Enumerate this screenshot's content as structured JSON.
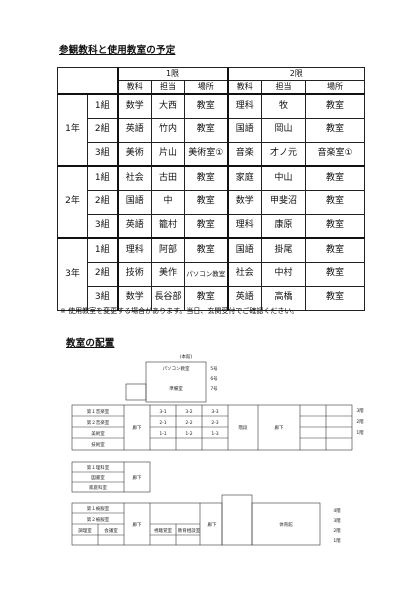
{
  "titles": {
    "schedule": "参観教科と使用教室の予定",
    "map": "教室の配置"
  },
  "schedule": {
    "periods": [
      "1限",
      "2限"
    ],
    "columns": [
      "教科",
      "担当",
      "場所"
    ],
    "grades": [
      {
        "grade": "1年",
        "rows": [
          {
            "class": "1組",
            "p1": [
              "数学",
              "大西",
              "教室"
            ],
            "p2": [
              "理科",
              "牧",
              "教室"
            ]
          },
          {
            "class": "2組",
            "p1": [
              "英語",
              "竹内",
              "教室"
            ],
            "p2": [
              "国語",
              "岡山",
              "教室"
            ]
          },
          {
            "class": "3組",
            "p1": [
              "美術",
              "片山",
              "美術室①"
            ],
            "p2": [
              "音楽",
              "才ノ元",
              "音楽室①"
            ]
          }
        ]
      },
      {
        "grade": "2年",
        "rows": [
          {
            "class": "1組",
            "p1": [
              "社会",
              "古田",
              "教室"
            ],
            "p2": [
              "家庭",
              "中山",
              "教室"
            ]
          },
          {
            "class": "2組",
            "p1": [
              "国語",
              "中",
              "教室"
            ],
            "p2": [
              "数学",
              "甲斐沼",
              "教室"
            ]
          },
          {
            "class": "3組",
            "p1": [
              "英語",
              "籠村",
              "教室"
            ],
            "p2": [
              "理科",
              "康原",
              "教室"
            ]
          }
        ]
      },
      {
        "grade": "3年",
        "rows": [
          {
            "class": "1組",
            "p1": [
              "理科",
              "阿部",
              "教室"
            ],
            "p2": [
              "国語",
              "掛尾",
              "教室"
            ]
          },
          {
            "class": "2組",
            "p1": [
              "技術",
              "美作",
              "パソコン教室"
            ],
            "p2": [
              "社会",
              "中村",
              "教室"
            ]
          },
          {
            "class": "3組",
            "p1": [
              "数学",
              "長谷部",
              "教室"
            ],
            "p2": [
              "英語",
              "高橋",
              "教室"
            ]
          }
        ]
      }
    ],
    "note": "※ 使用教室を変更する場合があります。当日、玄関受付でご確認ください。"
  },
  "map": {
    "labels": {
      "annex": "(本館)",
      "pc_room": "パソコン教室",
      "staff1": "5号",
      "staff2": "6号",
      "staff3": "7号",
      "prep": "準備室",
      "r_top1": "3階",
      "r_top2": "2階",
      "r_top3": "1階",
      "room_a1": "第１音楽室",
      "room_a2": "第２音楽室",
      "room_a3": "美術室",
      "room_a4": "技術室",
      "corr1": "廊下",
      "c1": "3-1",
      "c2": "3-2",
      "c3": "3-3",
      "c4": "2-1",
      "c5": "2-2",
      "c6": "2-3",
      "c7": "1-1",
      "c8": "1-2",
      "c9": "1-3",
      "stair": "階段",
      "corr2": "廊下",
      "left_mid1": "第１理科室",
      "left_mid2": "図書室",
      "left_mid3": "家庭科室",
      "corr3": "廊下",
      "left_bot1": "第１被服室",
      "left_bot2": "第２被服室",
      "left_bot3": "調理室",
      "left_bot4": "会議室",
      "corr4": "廊下",
      "bot_mid1": "視聴覚室",
      "bot_mid2": "教育相談室",
      "corr5": "廊下",
      "gym": "体育館",
      "r_bot1": "4階",
      "r_bot2": "3階",
      "r_bot3": "2階",
      "r_bot4": "1階"
    }
  }
}
